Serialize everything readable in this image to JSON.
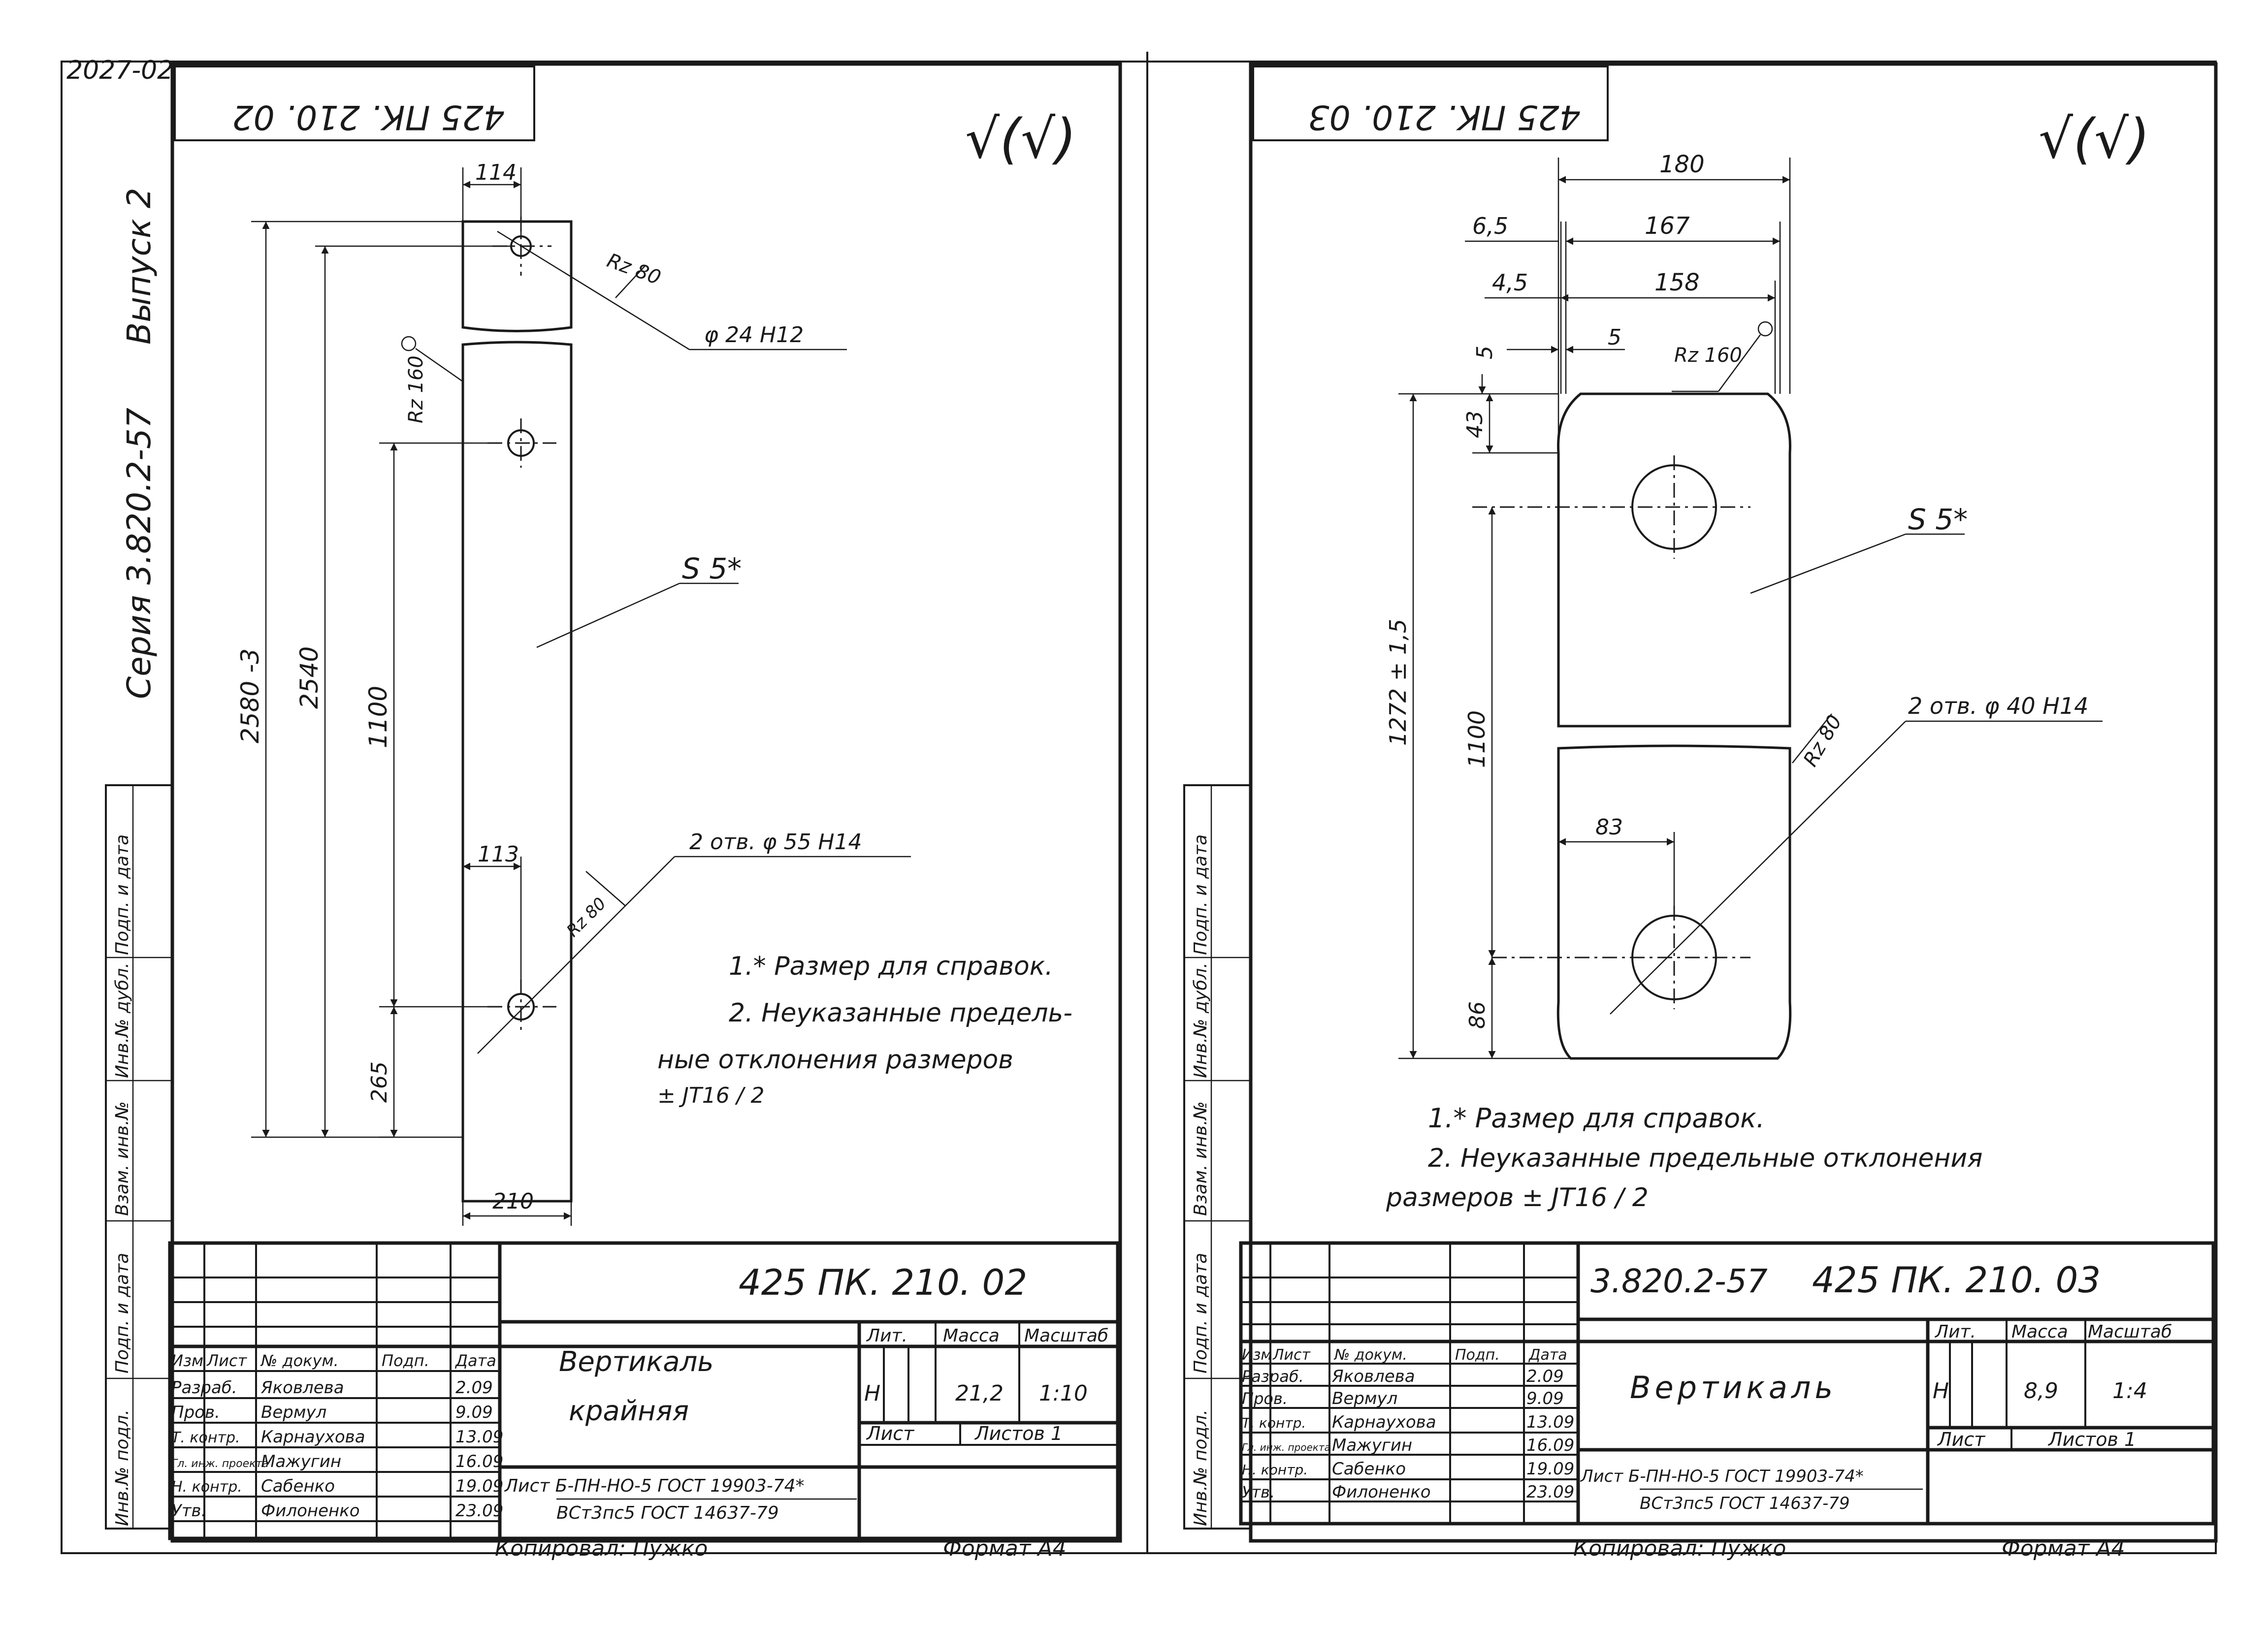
{
  "colors": {
    "ink": "#1a1a1a",
    "paper": "#ffffff"
  },
  "corner_code": "2027-02",
  "series": {
    "label": "Серия 3.820.2-57",
    "issue": "Выпуск 2"
  },
  "side_stamp_labels": [
    "Инв.№ подл.",
    "Подп. и дата",
    "Взам. инв.№",
    "Инв.№ дубл.",
    "Подп. и дата"
  ],
  "left_sheet": {
    "top_label": "425 ПК. 210. 02",
    "roughness_symbol": "√(√)",
    "dimensions": {
      "width_top": "114",
      "hole_diameter": "φ 24 H12",
      "roughness_80_top": "Rz 80",
      "roughness_160": "Rz 160",
      "total_length": "2580 -3",
      "length_2540": "2540",
      "length_1100": "1100",
      "length_113": "113",
      "roughness_80_bottom": "Rz 80",
      "holes_callout": "2 отв. φ 55 H14",
      "length_265": "265",
      "width_bottom": "210",
      "thickness": "S 5*"
    },
    "notes": [
      "1.* Размер для справок.",
      "2. Неуказанные предель-",
      "ные отклонения размеров",
      "± JT16 / 2"
    ],
    "title_block": {
      "designation": "425 ПК. 210. 02",
      "title_line1": "Вертикаль",
      "title_line2": "крайняя",
      "col_headers": [
        "Изм",
        "Лист",
        "№ докум.",
        "Подп.",
        "Дата"
      ],
      "lit_header": "Лит.",
      "mass_header": "Масса",
      "scale_header": "Масштаб",
      "lit_value": "Н",
      "mass_value": "21,2",
      "scale_value": "1:10",
      "sheet_label": "Лист",
      "sheets_label": "Листов 1",
      "roles": [
        {
          "role": "Разраб.",
          "name": "Яковлева",
          "date": "2.09"
        },
        {
          "role": "Пров.",
          "name": "Вермул",
          "date": "9.09"
        },
        {
          "role": "Т. контр.",
          "name": "Карнаухова",
          "date": "13.09"
        },
        {
          "role": "Гл. инж. проекта",
          "name": "Мажугин",
          "date": "16.09"
        },
        {
          "role": "Н. контр.",
          "name": "Сабенко",
          "date": "19.09"
        },
        {
          "role": "Утв.",
          "name": "Филоненко",
          "date": "23.09"
        }
      ],
      "material_line1": "Лист Б-ПН-НО-5 ГОСТ 19903-74*",
      "material_line2": "ВСт3пс5 ГОСТ 14637-79"
    },
    "footer_copied": "Копировал:  Пужко",
    "footer_format": "Формат А4"
  },
  "right_sheet": {
    "top_label": "425 ПК. 210. 03",
    "roughness_symbol": "√(√)",
    "dimensions": {
      "width_180": "180",
      "offset_6_5": "6,5",
      "width_167": "167",
      "offset_4_5": "4,5",
      "width_158": "158",
      "gap_5a": "5",
      "gap_5b": "5",
      "roughness_160": "Rz 160",
      "height_43": "43",
      "thickness": "S 5*",
      "total_length": "1272 ± 1,5",
      "length_1100": "1100",
      "roughness_80": "Rz 80",
      "holes_callout": "2 отв. φ 40 H14",
      "offset_83": "83",
      "length_86": "86"
    },
    "notes": [
      "1.* Размер для справок.",
      "2. Неуказанные предельные отклонения",
      "размеров ± JT16 / 2"
    ],
    "title_block": {
      "series_code": "3.820.2-57",
      "designation": "425 ПК. 210. 03",
      "title_line1": "Вертикаль",
      "col_headers": [
        "Изм",
        "Лист",
        "№ докум.",
        "Подп.",
        "Дата"
      ],
      "lit_header": "Лит.",
      "mass_header": "Масса",
      "scale_header": "Масштаб",
      "lit_value": "Н",
      "mass_value": "8,9",
      "scale_value": "1:4",
      "sheet_label": "Лист",
      "sheets_label": "Листов 1",
      "roles": [
        {
          "role": "Разраб.",
          "name": "Яковлева",
          "date": "2.09"
        },
        {
          "role": "Пров.",
          "name": "Вермул",
          "date": "9.09"
        },
        {
          "role": "Т. контр.",
          "name": "Карнаухова",
          "date": "13.09"
        },
        {
          "role": "Гл. инж. проекта",
          "name": "Мажугин",
          "date": "16.09"
        },
        {
          "role": "Н. контр.",
          "name": "Сабенко",
          "date": "19.09"
        },
        {
          "role": "Утв.",
          "name": "Филоненко",
          "date": "23.09"
        }
      ],
      "material_line1": "Лист Б-ПН-НО-5 ГОСТ 19903-74*",
      "material_line2": "ВСт3пс5 ГОСТ 14637-79"
    },
    "footer_copied": "Копировал:  Пужко",
    "footer_format": "Формат А4"
  }
}
